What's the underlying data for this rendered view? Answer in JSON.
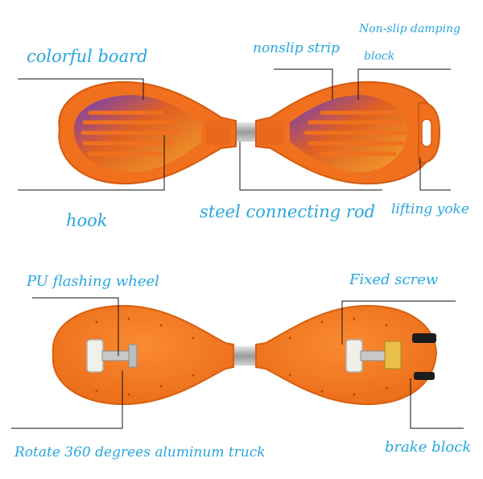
{
  "labels": {
    "colorful_board": "colorful board",
    "nonslip_strip": "nonslip strip",
    "damping_block_line1": "Non-slip damping",
    "damping_block_line2": "block",
    "hook": "hook",
    "steel_rod": "steel connecting rod",
    "lifting_yoke": "lifting yoke",
    "pu_wheel": "PU flashing wheel",
    "fixed_screw": "Fixed screw",
    "aluminum_truck": "Rotate 360 degrees aluminum truck",
    "brake_block": "brake block"
  },
  "colors": {
    "label_text": "#29a6de",
    "board_orange": "#f0701e",
    "leader_line": "#111111"
  }
}
